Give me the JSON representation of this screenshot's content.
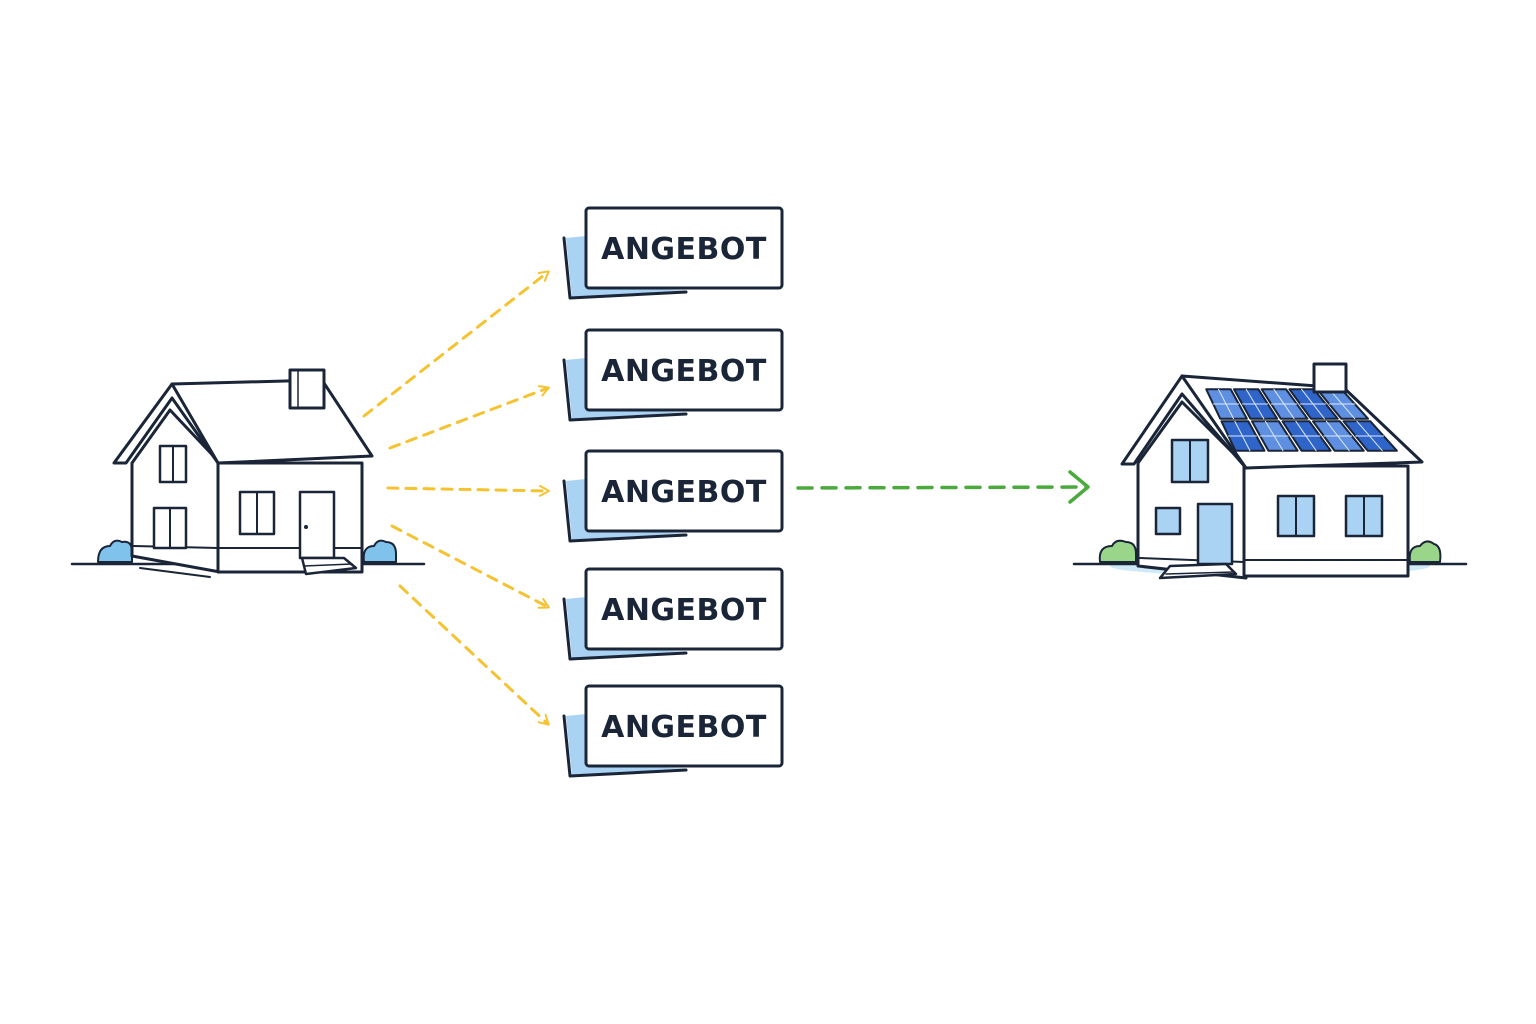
{
  "colors": {
    "ink": "#1b2538",
    "fan_arrow": "#f5c332",
    "chosen_arrow": "#4aaa3c",
    "card_accent": "#a9d2f3",
    "wall_fill": "#ffffff",
    "solar_panel": "#2f64c8",
    "solar_panel_light": "#5f8fe0",
    "window_tint": "#a9d2f3",
    "bush_blue": "#7fc3ec",
    "bush_green": "#9ad68a",
    "ground_glow": "#cfeaf7"
  },
  "houses": {
    "source": {
      "icon": "house-icon"
    },
    "result": {
      "icon": "house-with-solar-panels-icon"
    }
  },
  "offers": [
    {
      "label": "ANGEBOT"
    },
    {
      "label": "ANGEBOT"
    },
    {
      "label": "ANGEBOT",
      "selected": true
    },
    {
      "label": "ANGEBOT"
    },
    {
      "label": "ANGEBOT"
    }
  ]
}
